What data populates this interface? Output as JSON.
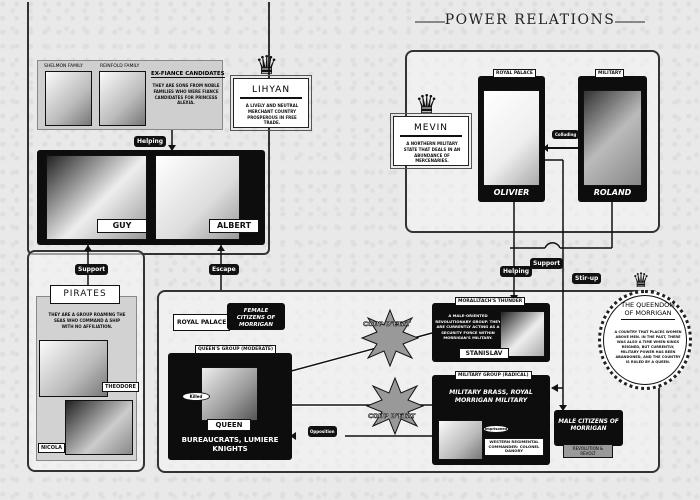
{
  "title": "POWER RELATIONS",
  "exfiance": {
    "family1": "SHELMON FAMILY",
    "family2": "REINFOLD FAMILY",
    "heading": "EX-FIANCE CANDIDATES",
    "desc": "THEY ARE SONS FROM NOBLE FAMILIES WHO WERE FIANCE CANDIDATES FOR PRINCESS ALEXIA."
  },
  "lihyan": {
    "name": "LIHYAN",
    "desc": "A LIVELY AND NEUTRAL MERCHANT COUNTRY PROSPEROUS IN FREE TRADE."
  },
  "mevin": {
    "name": "MEVIN",
    "desc": "A NORTHERN MILITARY STATE THAT DEALS IN AN ABUNDANCE OF MERCENARIES."
  },
  "queendom": {
    "name": "THE QUEENDOM OF MORRIGAN",
    "desc": "A COUNTRY THAT PLACES WOMEN ABOVE MEN. IN THE PAST, THERE WAS ALSO A TIME WHEN KINGS REIGNED, BUT CURRENTLY, MILITARY POWER HAS BEEN ABANDONED, AND THE COUNTRY IS RULED BY A QUEEN."
  },
  "characters": {
    "guy": "GUY",
    "albert": "ALBERT",
    "olivier": "OLIVIER",
    "roland": "ROLAND",
    "theodore": "THEODORE",
    "nicola": "NICOLA",
    "queen": "QUEEN",
    "stanislav": "STANISLAV"
  },
  "groups": {
    "royal_palace_top": "ROYAL PALACE",
    "military_top": "MILITARY",
    "pirates": "PIRATES",
    "pirates_desc": "THEY ARE A GROUP ROAMING THE SEAS WHO COMMAND A SHIP WITH NO AFFILIATION.",
    "royal_palace": "ROYAL PALACE",
    "female_citizens": "FEMALE CITIZENS OF MORRIGAN",
    "queens_group": "QUEEN'S GROUP (MODERATE)",
    "bureaucrats": "BUREAUCRATS, LUMIERE KNIGHTS",
    "moralltach": "MORALLTACH'S THUNDER",
    "moralltach_desc": "A MALE-ORIENTED REVOLUTIONARY GROUP. THEY ARE CURRENTLY ACTING AS A SECURITY FORCE WITHIN MORRIGAN'S MILITARY.",
    "military_group": "MILITARY GROUP (RADICAL)",
    "military_brass": "MILITARY BRASS, ROYAL MORRIGAN MILITARY",
    "commander": "WESTERN REGIMENTAL COMMANDER: COLONEL DANORY",
    "male_citizens": "MALE CITIZENS OF MORRIGAN",
    "revolution": "REVOLUTION & REVOLT"
  },
  "relations": {
    "helping1": "Helping",
    "support1": "Support",
    "escape": "Escape",
    "colluding": "Colluding",
    "helping2": "Helping",
    "support2": "Support",
    "stirup": "Stir-up",
    "killed": "Killed",
    "opposition": "Opposition",
    "imprisoned": "Imprisoned",
    "coup1": "COUP D'ETAT",
    "coup2": "COUP D'ETAT"
  }
}
